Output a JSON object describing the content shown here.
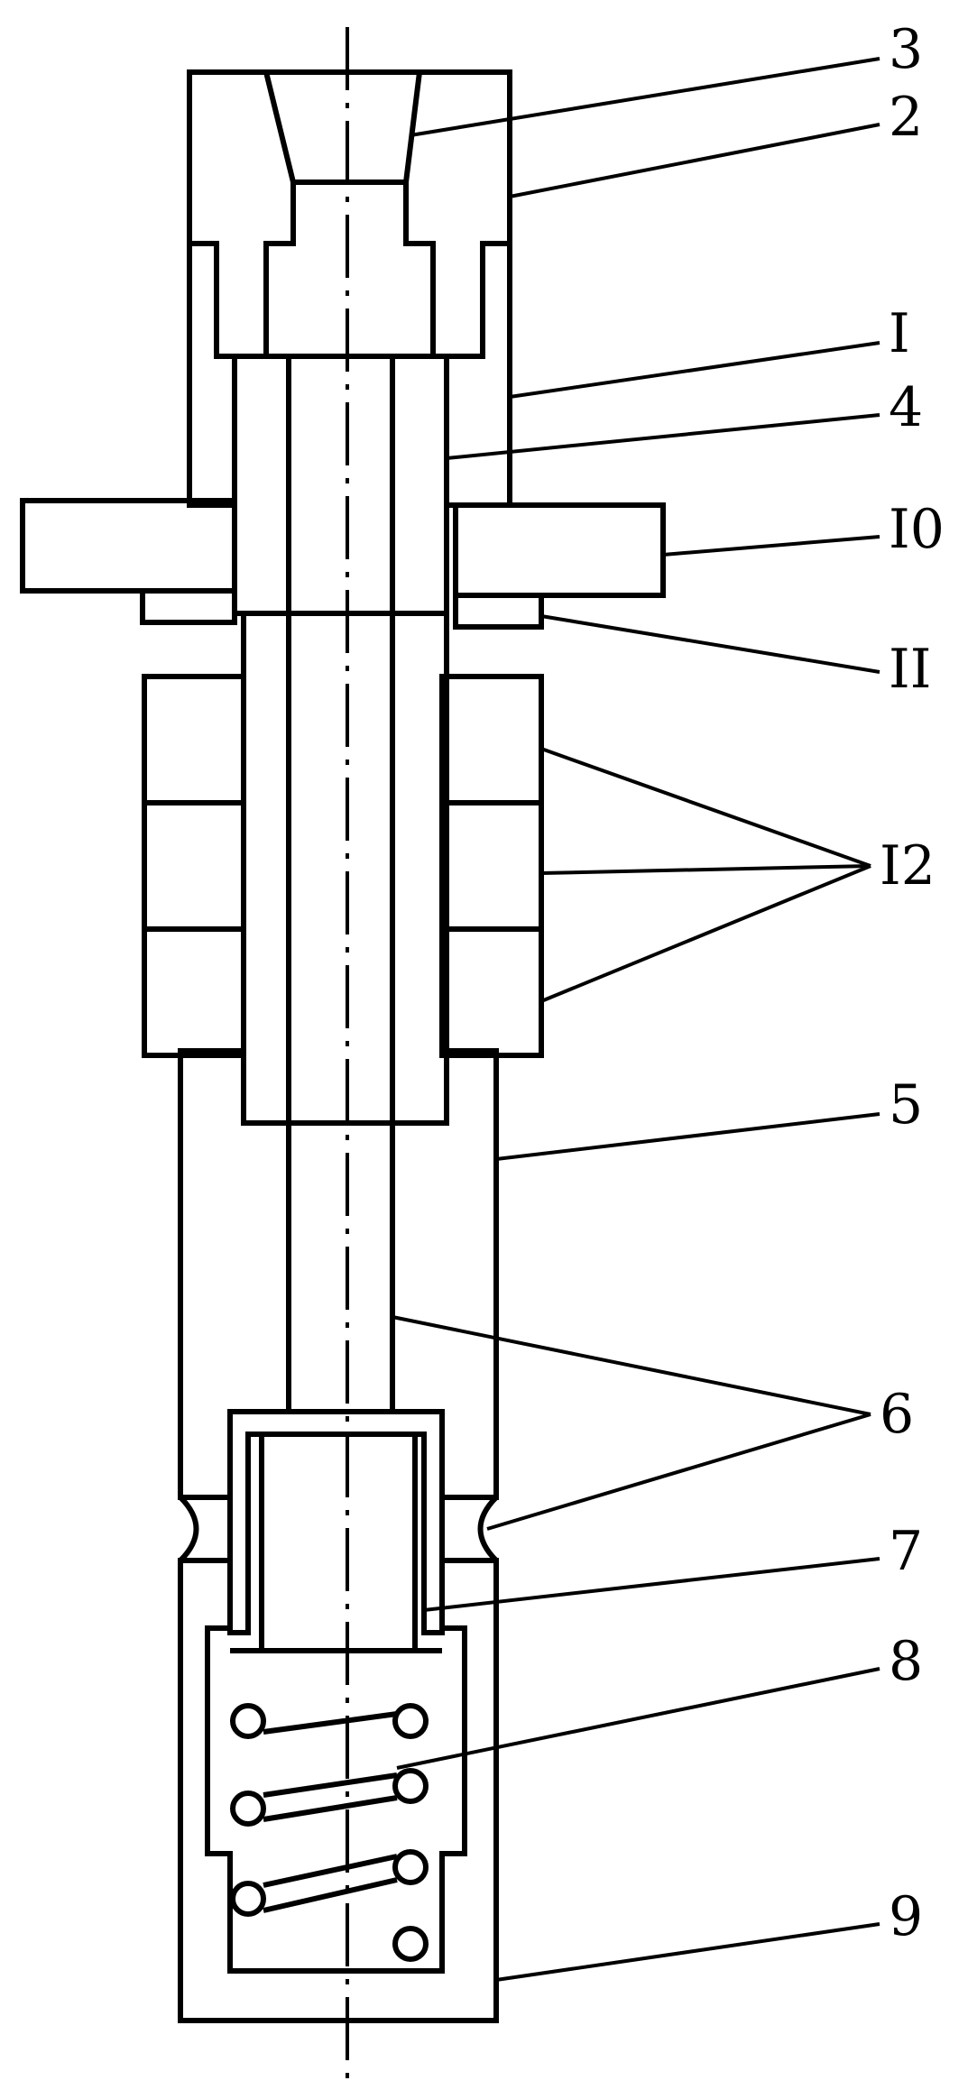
{
  "drawing": {
    "labels": {
      "l3": "3",
      "l2": "2",
      "lI": "I",
      "l4": "4",
      "l10": "I0",
      "l11": "II",
      "l12": "I2",
      "l5": "5",
      "l6": "6",
      "l7": "7",
      "l8": "8",
      "l9": "9"
    }
  }
}
